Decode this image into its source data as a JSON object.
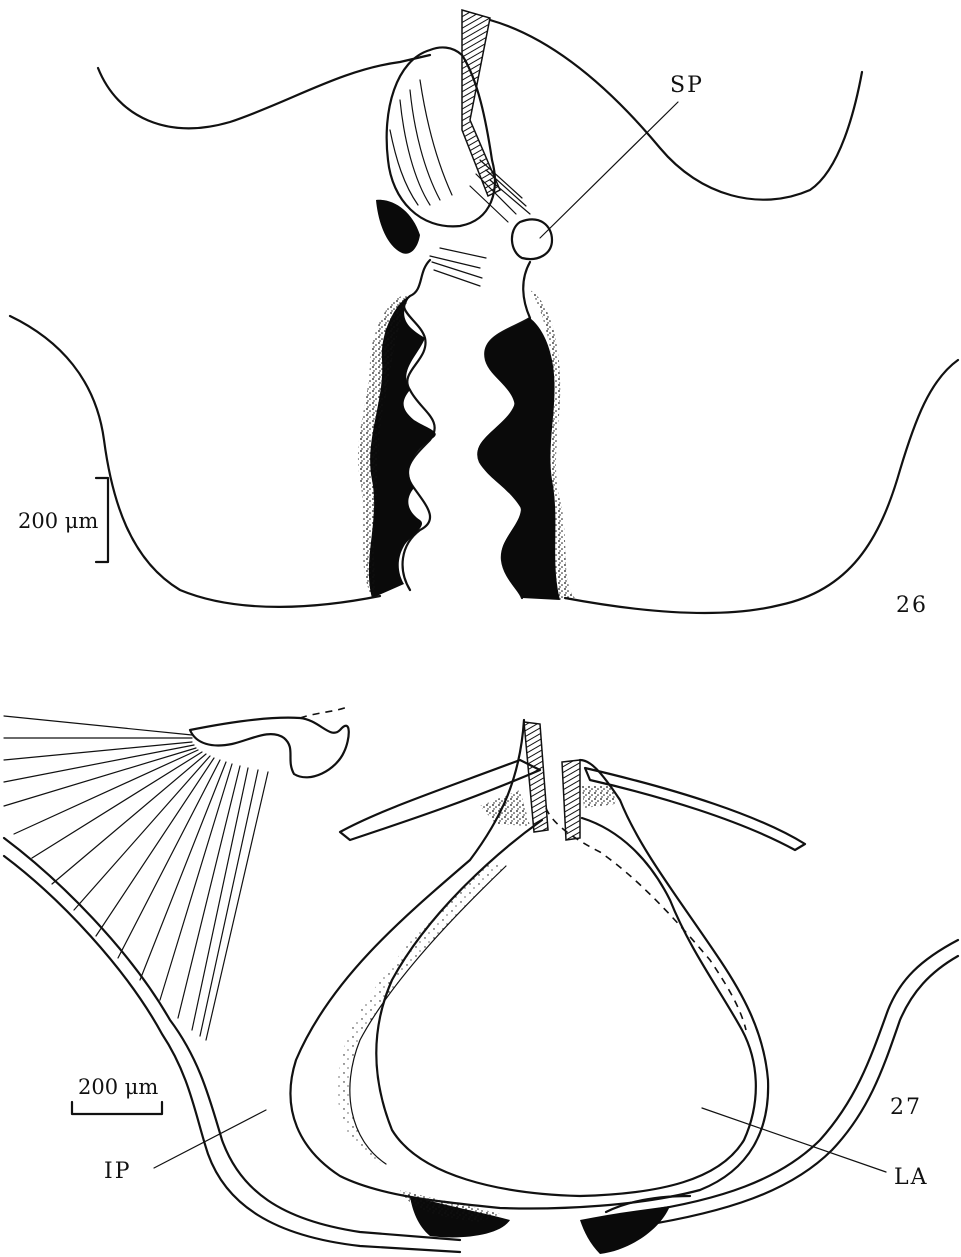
{
  "figure_26": {
    "number": "26",
    "labels": {
      "sp": "SP"
    },
    "scale_bar": "200 μm"
  },
  "figure_27": {
    "number": "27",
    "labels": {
      "ip": "IP",
      "la": "LA"
    },
    "scale_bar": "200 μm"
  }
}
